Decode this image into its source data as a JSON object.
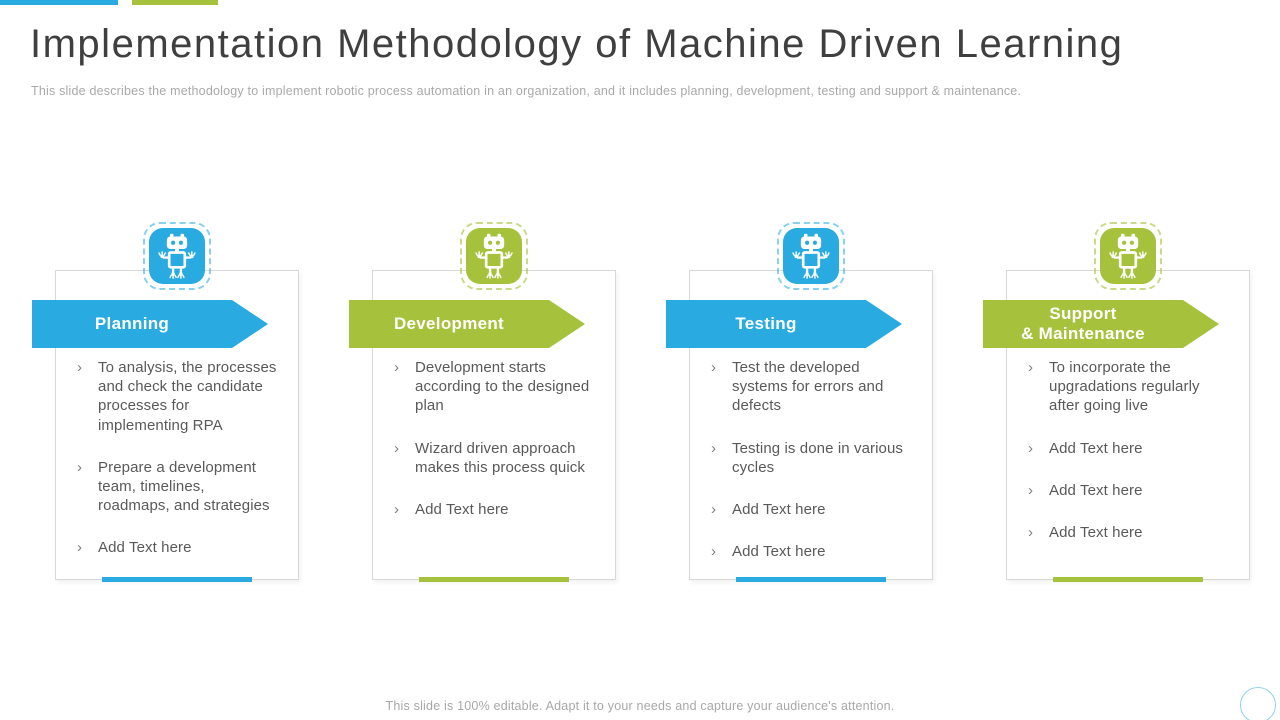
{
  "page": {
    "title": "Implementation Methodology of Machine Driven Learning",
    "subtitle": "This slide describes the methodology to implement robotic process automation in an organization, and it includes planning, development, testing and support & maintenance.",
    "footer": "This slide is 100% editable. Adapt it to your needs and capture your audience's attention."
  },
  "colors": {
    "blue": "#29abe2",
    "green": "#a6c23d"
  },
  "icons": {
    "column_icon": "robot-icon",
    "bullet_char": "›"
  },
  "columns": [
    {
      "id": "planning",
      "accent": "blue",
      "header": "Planning",
      "bullets": [
        "To analysis, the processes and check the candidate processes for implementing RPA",
        "Prepare a development team, timelines, roadmaps, and strategies",
        "Add Text here"
      ]
    },
    {
      "id": "development",
      "accent": "green",
      "header": "Development",
      "bullets": [
        "Development starts according to the designed plan",
        "Wizard driven approach makes this process quick",
        "Add Text here"
      ]
    },
    {
      "id": "testing",
      "accent": "blue",
      "header": "Testing",
      "bullets": [
        "Test the developed systems for errors and defects",
        "Testing is done in various cycles",
        "Add Text here",
        "Add Text here"
      ]
    },
    {
      "id": "support",
      "accent": "green",
      "header": "Support\n& Maintenance",
      "bullets": [
        "To incorporate the upgradations regularly after going live",
        "Add Text here",
        "Add Text here",
        "Add Text here"
      ]
    }
  ]
}
